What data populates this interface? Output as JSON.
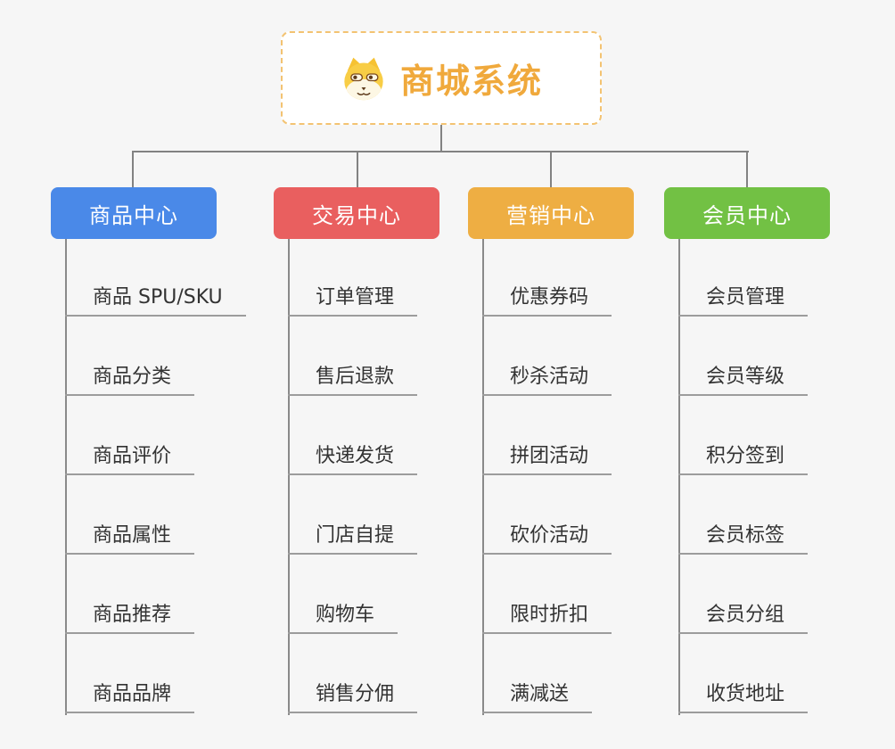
{
  "page": {
    "background_color": "#f6f6f6",
    "connector_color": "#828282",
    "leaf_line_color": "#9c9c9c",
    "leaf_text_color": "#333333"
  },
  "root": {
    "title": "商城系统",
    "icon": "shiba-dog-icon",
    "text_color": "#f0a93c",
    "border_color": "#f3c372"
  },
  "branches": [
    {
      "label": "商品中心",
      "color": "#4a89e8",
      "children": [
        "商品 SPU/SKU",
        "商品分类",
        "商品评价",
        "商品属性",
        "商品推荐",
        "商品品牌"
      ]
    },
    {
      "label": "交易中心",
      "color": "#e95f5f",
      "children": [
        "订单管理",
        "售后退款",
        "快递发货",
        "门店自提",
        "购物车",
        "销售分佣"
      ]
    },
    {
      "label": "营销中心",
      "color": "#eeae43",
      "children": [
        "优惠券码",
        "秒杀活动",
        "拼团活动",
        "砍价活动",
        "限时折扣",
        "满减送"
      ]
    },
    {
      "label": "会员中心",
      "color": "#72c144",
      "children": [
        "会员管理",
        "会员等级",
        "积分签到",
        "会员标签",
        "会员分组",
        "收货地址"
      ]
    }
  ]
}
